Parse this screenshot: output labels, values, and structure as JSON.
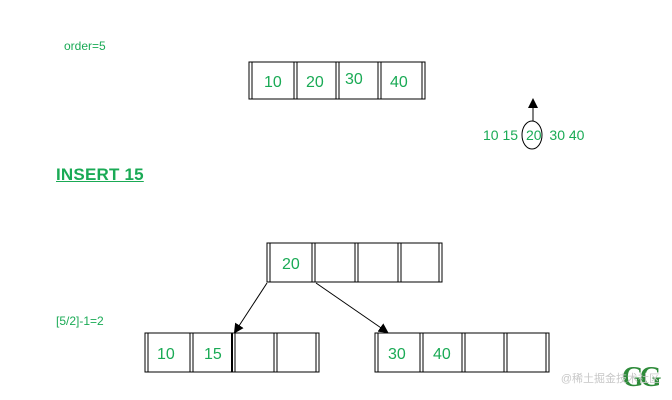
{
  "order_label": "order=5",
  "insert_heading": "INSERT 15",
  "split_formula": "[5/2]-1=2",
  "top_node": {
    "keys": [
      "10",
      "20",
      "30",
      "40"
    ]
  },
  "key_sequence": {
    "before": "10 15",
    "median": "20",
    "after": "30 40"
  },
  "root_node": {
    "keys": [
      "20",
      "",
      "",
      ""
    ]
  },
  "left_child": {
    "keys": [
      "10",
      "15",
      "",
      ""
    ]
  },
  "right_child": {
    "keys": [
      "30",
      "40",
      "",
      ""
    ]
  },
  "watermark": "@稀土掘金技术社区",
  "colors": {
    "key_text": "#1aaa55",
    "outline": "#000000"
  }
}
